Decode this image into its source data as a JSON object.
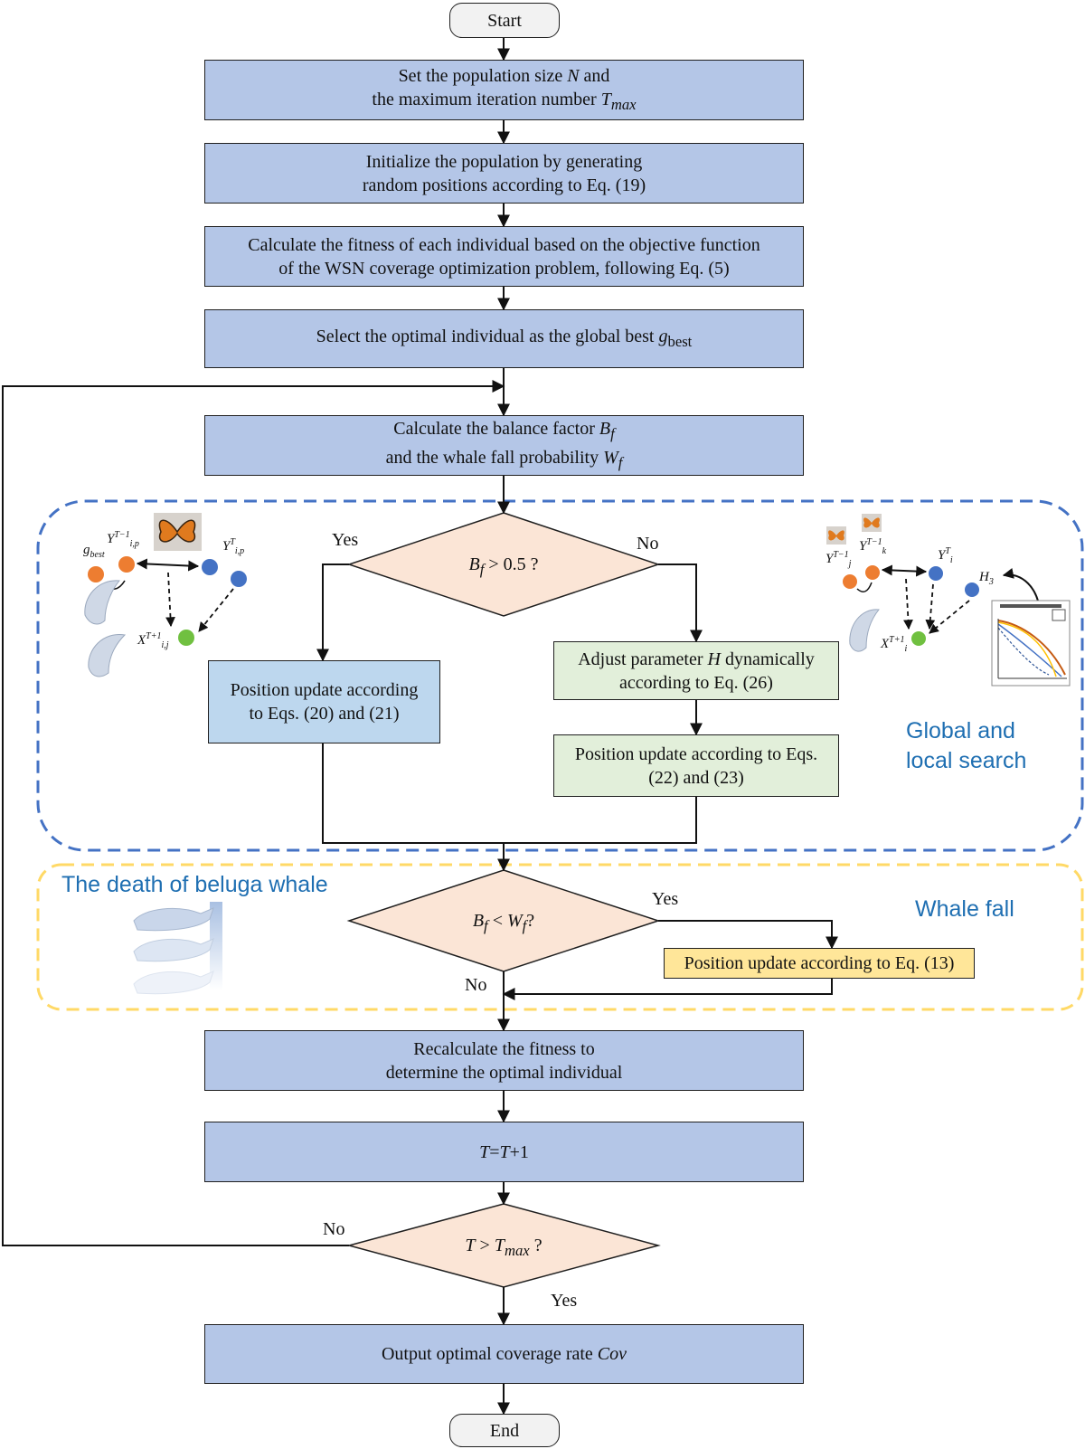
{
  "flowchart": {
    "start": "Start",
    "end": "End",
    "step_population": {
      "line1_prefix": "Set the population size",
      "line1_var": "N",
      "line1_suffix": "and",
      "line2_prefix": "the maximum iteration number",
      "line2_var": "T",
      "line2_sub": "max"
    },
    "step_initialize": {
      "line1": "Initialize the population by generating",
      "line2": "random positions according to Eq. (19)"
    },
    "step_fitness": {
      "line1": "Calculate the fitness of each individual based on the objective function",
      "line2": "of the WSN coverage optimization problem, following Eq. (5)"
    },
    "step_select": {
      "prefix": "Select the optimal individual as the global best",
      "var": "g",
      "sub": "best"
    },
    "step_balance": {
      "line1_prefix": "Calculate the balance factor",
      "line1_var": "B",
      "line1_sub": "f",
      "line2_prefix": "and the whale fall probability",
      "line2_var": "W",
      "line2_sub": "f"
    },
    "decision_bf": {
      "var": "B",
      "sub": "f",
      "rest": "> 0.5 ?",
      "yes": "Yes",
      "no": "No"
    },
    "step_exploration": {
      "line1": "Position update according",
      "line2": "to Eqs. (20) and (21)"
    },
    "step_adjust_h": {
      "line1_prefix": "Adjust parameter",
      "line1_var": "H",
      "line1_suffix": "dynamically",
      "line2": "according to Eq. (26)"
    },
    "step_exploitation": {
      "line1": "Position update according to Eqs.",
      "line2": "(22) and (23)"
    },
    "decision_wf": {
      "var1": "B",
      "sub1": "f",
      "op": "<",
      "var2": "W",
      "sub2": "f",
      "rest": "?",
      "yes": "Yes",
      "no": "No"
    },
    "step_whale_fall": "Position update according to Eq. (13)",
    "step_recalc": {
      "line1": "Recalculate the fitness to",
      "line2": "determine the optimal individual"
    },
    "step_increment": {
      "lhs": "T",
      "eq": "=",
      "rhs": "T",
      "plus": "+1"
    },
    "decision_tmax": {
      "var": "T",
      "op": ">",
      "var2": "T",
      "sub": "max",
      "rest": "?",
      "yes": "Yes",
      "no": "No"
    },
    "step_output": {
      "prefix": "Output optimal coverage rate",
      "var": "Cov"
    }
  },
  "regions": {
    "global_local": {
      "label_line1": "Global and",
      "label_line2": "local search",
      "color": "#4472c4"
    },
    "whale_fall": {
      "label": "Whale fall",
      "color": "#ffd966"
    },
    "death_label": "The death of beluga whale"
  },
  "illustrations": {
    "exploration": {
      "g_best": {
        "var": "g",
        "sub": "best"
      },
      "y_prev": {
        "var": "Y",
        "sub": "i,p",
        "sup": "T−1"
      },
      "y_curr": {
        "var": "Y",
        "sub": "i,p",
        "sup": "T"
      },
      "x_next": {
        "var": "X",
        "sub": "i,j",
        "sup": "T+1"
      },
      "icons": [
        "butterfly-icon",
        "beluga-whale-icon"
      ]
    },
    "exploitation": {
      "y_j": {
        "var": "Y",
        "sub": "j",
        "sup": "T−1"
      },
      "y_k": {
        "var": "Y",
        "sub": "k",
        "sup": "T−1"
      },
      "y_i": {
        "var": "Y",
        "sub": "i",
        "sup": "T"
      },
      "h": {
        "var": "H",
        "sub": "3"
      },
      "x_next": {
        "var": "X",
        "sub": "i",
        "sup": "T+1"
      },
      "icons": [
        "butterfly-icon",
        "beluga-whale-icon",
        "curve-plot-icon"
      ]
    },
    "dot_colors": {
      "orange": "#ed7d31",
      "blue": "#4472c4",
      "green": "#70c040"
    }
  },
  "colors": {
    "process_fill": "#b4c6e7",
    "decision_fill": "#fbe5d6",
    "exploration_fill": "#bdd7ee",
    "exploitation_fill": "#e2efda",
    "whale_fall_fill": "#ffe699",
    "terminal_fill": "#f2f2f2",
    "label_blue": "#1f6fb2"
  }
}
